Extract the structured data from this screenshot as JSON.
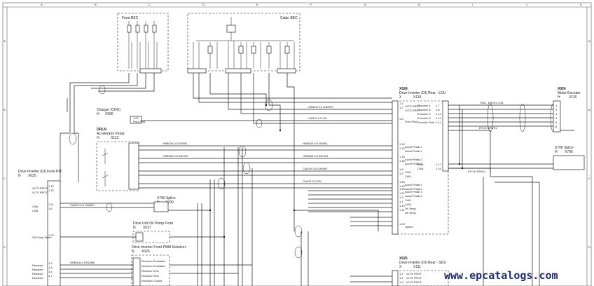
{
  "sheet": {
    "columns": [
      "A",
      "B",
      "C",
      "D",
      "E",
      "F",
      "G",
      "H",
      "I",
      "J",
      "K"
    ],
    "rows": [
      "A",
      "B",
      "C",
      "D"
    ]
  },
  "fuse_boxes": {
    "front": "Front BEC",
    "cabin": "Cabin BEC"
  },
  "components": {
    "charger": {
      "title": "Charger (CHG)",
      "id": "H",
      "conn": "X090",
      "pin": "1.02",
      "pin_name": "Prox Pilot"
    },
    "accel": {
      "code": "DRLN",
      "title": "Accelerator Pedal",
      "id": "H",
      "conn": "X113"
    },
    "di_front": {
      "title": "Drive Inverter (DI) Front PM",
      "id": "N",
      "conn": "X025",
      "pins": [
        {
          "num": "1.12",
          "name": "VLTS PROT"
        },
        {
          "num": "1.15",
          "name": "VLTS PROT"
        },
        {
          "num": "1.11",
          "name": "CAN"
        },
        {
          "num": "1.6",
          "name": "CAN"
        },
        {
          "num": "1.02",
          "name": "Oil Pump Motor"
        },
        {
          "num": "1.3",
          "name": "Resolver"
        },
        {
          "num": "1.4",
          "name": "Resolver"
        },
        {
          "num": "1.5",
          "name": "Resolver"
        },
        {
          "num": "1.7",
          "name": "Resolver"
        }
      ]
    },
    "splice_front": {
      "title": "X790 Splice",
      "id": "N",
      "conn": "X790"
    },
    "oil_pump": {
      "title": "Drive Unit Oil Pump Front",
      "id": "N",
      "conn": "X027"
    },
    "resolver_front": {
      "title": "Drive Inverter Front PMM Resolver",
      "id": "N",
      "conn": "X026",
      "pins": [
        "Resolver Excitation",
        "Resolver Excitation",
        "Resolver Sine",
        "Resolver Sine",
        "Resolver Cosine"
      ]
    },
    "di_rear_ldu": {
      "code": "X024",
      "title": "Drive Inverter (DI) Rear - LDU",
      "id": "X",
      "conn": "X110",
      "pins": [
        {
          "num": "1.1",
          "name": "VLTS PROT"
        },
        {
          "num": "1.2",
          "name": "VLTS PROT"
        },
        {
          "num": "1.6",
          "name": "Prox Pilot"
        },
        {
          "num": "1.12",
          "name": "Accel Pedal 1"
        },
        {
          "num": "1.13",
          "name": "Accel Pedal 1"
        },
        {
          "num": "1.15",
          "name": "Accel Pedal 2"
        },
        {
          "num": "1.16",
          "name": "Accel Pedal 2"
        },
        {
          "num": "1.8",
          "name": "CAN"
        },
        {
          "num": "1.9",
          "name": "CAN"
        },
        {
          "num": "1.18",
          "name": "Accel Pedal 1"
        },
        {
          "num": "1.19",
          "name": "Accel Pedal 2"
        },
        {
          "num": "1.20",
          "name": "Accel Pedal 1"
        },
        {
          "num": "1.21",
          "name": "Accel Pedal 2"
        },
        {
          "num": "1.3",
          "name": "CAN"
        },
        {
          "num": "1.4",
          "name": "CAN"
        },
        {
          "num": "1.10",
          "name": "Oil Temp"
        },
        {
          "num": "1.11",
          "name": "Oil Temp"
        },
        {
          "num": "1.23",
          "name": "Speed"
        }
      ],
      "right_pins": [
        {
          "num": "1.7",
          "name": "Encoder A"
        },
        {
          "num": "1.8",
          "name": "Encoder B"
        },
        {
          "num": "1.13",
          "name": "Encoder C"
        },
        {
          "num": "1.14",
          "name": "Encoder D"
        },
        {
          "num": "1.11",
          "name": "Encoder Shld"
        },
        {
          "num": "1.17",
          "name": "CAN"
        },
        {
          "num": "1.16",
          "name": "CAN"
        }
      ]
    },
    "di_rear_sdu": {
      "code": "X025",
      "title": "Drive Inverter (DI) Rear - SDU",
      "id": "X",
      "conn": "X111",
      "pins": [
        {
          "num": "1.1",
          "name": "VLTS PROT"
        },
        {
          "num": "1.2",
          "name": "VLTS PROT"
        },
        {
          "num": "1.3",
          "name": "VLTS PROT"
        }
      ]
    },
    "motor_encoder": {
      "code": "X024",
      "title": "Motor Encoder",
      "id": "H",
      "conn": "X116",
      "pins": [
        "1",
        "2",
        "3",
        "4",
        "5",
        "6"
      ]
    },
    "splice_rear": {
      "title": "X706 Splice",
      "id": "H",
      "conn": "X706"
    }
  },
  "wire_labels": {
    "accel_1": "HRB00A 0.5 RD/BK",
    "accel_2": "HRB05A 0.5 BK/WH",
    "can_h": "CAN2H 0.5 GN/WH",
    "can_l": "CAN2L 0.5 GN",
    "encoder": "ENC_DRV01 0.35",
    "splice_a": "ETC3+DRV01",
    "splice_b": "ETC4+DRV01"
  },
  "watermark": "www.epcatalogs.com"
}
